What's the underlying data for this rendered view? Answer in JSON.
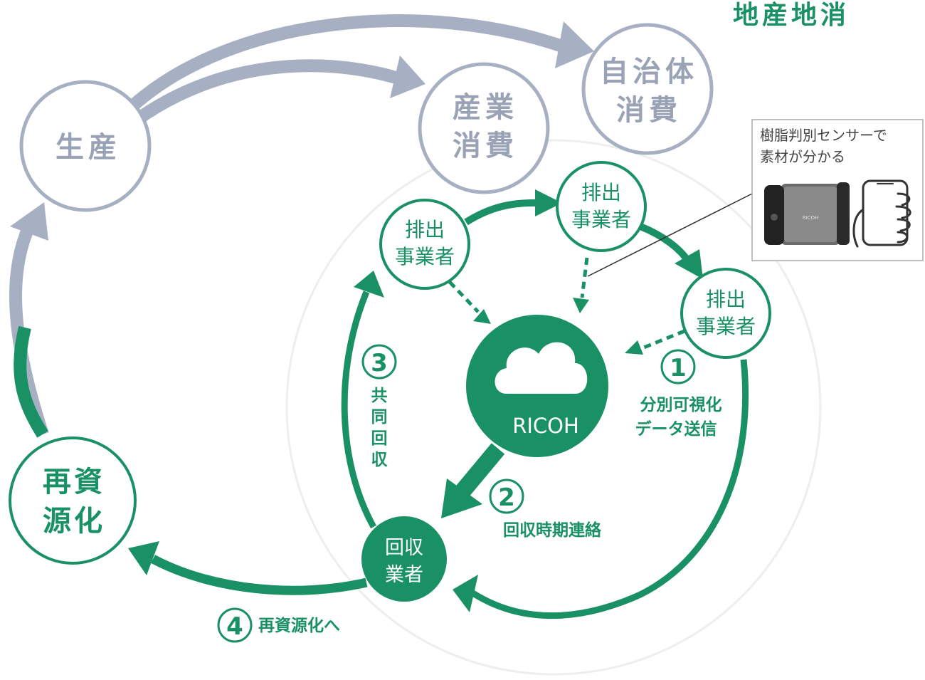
{
  "title": "地産地消",
  "production_nodes": {
    "seisan": "生産",
    "sangyo_line1": "産業",
    "sangyo_line2": "消費",
    "jichitai_line1": "自治体",
    "jichitai_line2": "消費",
    "saishigen_line1": "再資",
    "saishigen_line2": "源化"
  },
  "discharger": {
    "line1": "排出",
    "line2": "事業者"
  },
  "collector": {
    "line1": "回収",
    "line2": "業者"
  },
  "cloud": {
    "label": "RICOH"
  },
  "steps": {
    "step1_num": "1",
    "step1_line1": "分別可視化",
    "step1_line2": "データ送信",
    "step2_num": "2",
    "step2_label": "回収時期連絡",
    "step3_num": "3",
    "step3_chars": [
      "共",
      "同",
      "回",
      "収"
    ],
    "step4_num": "4",
    "step4_label": "再資源化へ"
  },
  "callout": {
    "line1": "樹脂判別センサーで",
    "line2": "素材が分かる",
    "device_brand": "RICOH"
  },
  "colors": {
    "green": "#1a9164",
    "gray": "#a7b0c2",
    "gray_text": "#9aa3b6"
  },
  "icons": {
    "cloud": "cloud-icon",
    "sensor": "sensor-device-icon",
    "phone": "phone-in-hand-icon"
  }
}
